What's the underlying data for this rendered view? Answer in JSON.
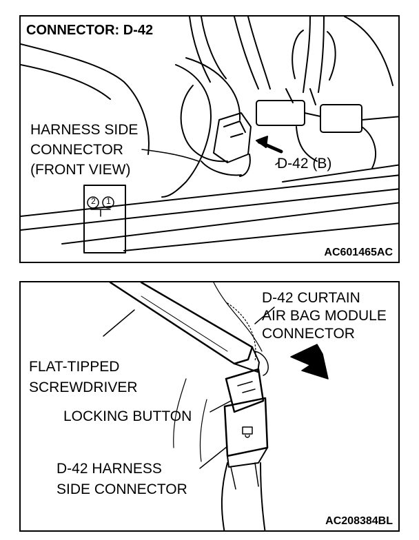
{
  "top_panel": {
    "title": "CONNECTOR: D-42",
    "harness_label_lines": [
      "HARNESS SIDE",
      "CONNECTOR",
      "(FRONT VIEW)"
    ],
    "connector_label": "D-42 (B)",
    "pin_numbers": [
      "2",
      "1"
    ],
    "figure_code": "AC601465AC"
  },
  "bottom_panel": {
    "curtain_label_lines": [
      "D-42 CURTAIN",
      "AIR BAG MODULE",
      "CONNECTOR"
    ],
    "screwdriver_label_lines": [
      "FLAT-TIPPED",
      "SCREWDRIVER"
    ],
    "locking_label": "LOCKING BUTTON",
    "harness_label_lines": [
      "D-42 HARNESS",
      "SIDE CONNECTOR"
    ],
    "figure_code": "AC208384BL"
  }
}
